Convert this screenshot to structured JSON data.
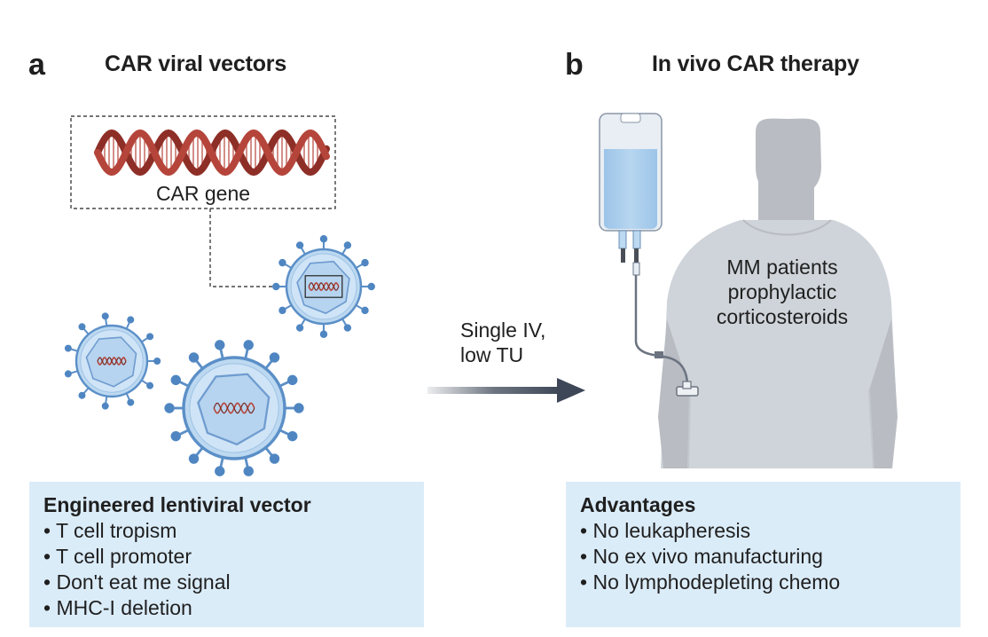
{
  "panel_a": {
    "letter": "a",
    "title": "CAR viral vectors",
    "gene_label": "CAR gene",
    "box": {
      "title": "Engineered lentiviral vector",
      "items": [
        "T cell tropism",
        "T cell promoter",
        "Don't eat me signal",
        "MHC-I deletion"
      ]
    }
  },
  "arrow": {
    "line1": "Single IV,",
    "line2": "low TU"
  },
  "panel_b": {
    "letter": "b",
    "title": "In vivo CAR therapy",
    "patient_line1": "MM patients",
    "patient_line2": "prophylactic",
    "patient_line3": "corticosteroids",
    "box": {
      "title": "Advantages",
      "items": [
        "No leukapheresis",
        "No ex vivo manufacturing",
        "No lymphodepleting chemo"
      ]
    }
  },
  "colors": {
    "dna": "#b5453b",
    "virus_fill": "#bcd9f1",
    "virus_stroke": "#5b8fc7",
    "silhouette": "#b9bcc2",
    "gown": "#cfd4da",
    "box_bg": "#dbecf9",
    "arrow": "#3d4757"
  }
}
